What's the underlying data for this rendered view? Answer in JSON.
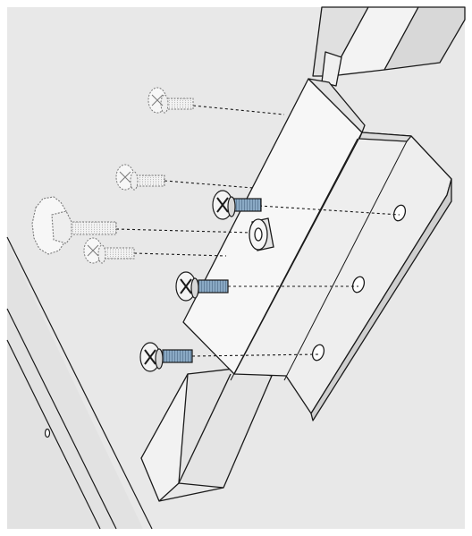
{
  "colors": {
    "background": "#e8e8e8",
    "frame": "#ffffff",
    "line": "#1a1a1a",
    "metal_light": "#f4f4f4",
    "metal_mid": "#dcdcdc",
    "metal_dark": "#bdbdbd",
    "screw_blue": "#8aa9c4",
    "ghost": "#9a9a9a"
  },
  "parts": {
    "tube": "square-tube",
    "bracket": "angle-bracket",
    "panel": "side-panel",
    "spacer": "round-spacer",
    "knob": "thumb-knob-bolt"
  },
  "screws": [
    {
      "name": "ghost-screw-top",
      "style": "ghost"
    },
    {
      "name": "ghost-screw-mid",
      "style": "ghost"
    },
    {
      "name": "screw-upper",
      "style": "solid"
    },
    {
      "name": "ghost-screw-low",
      "style": "ghost"
    },
    {
      "name": "screw-middle",
      "style": "solid"
    },
    {
      "name": "screw-lower",
      "style": "solid"
    }
  ]
}
